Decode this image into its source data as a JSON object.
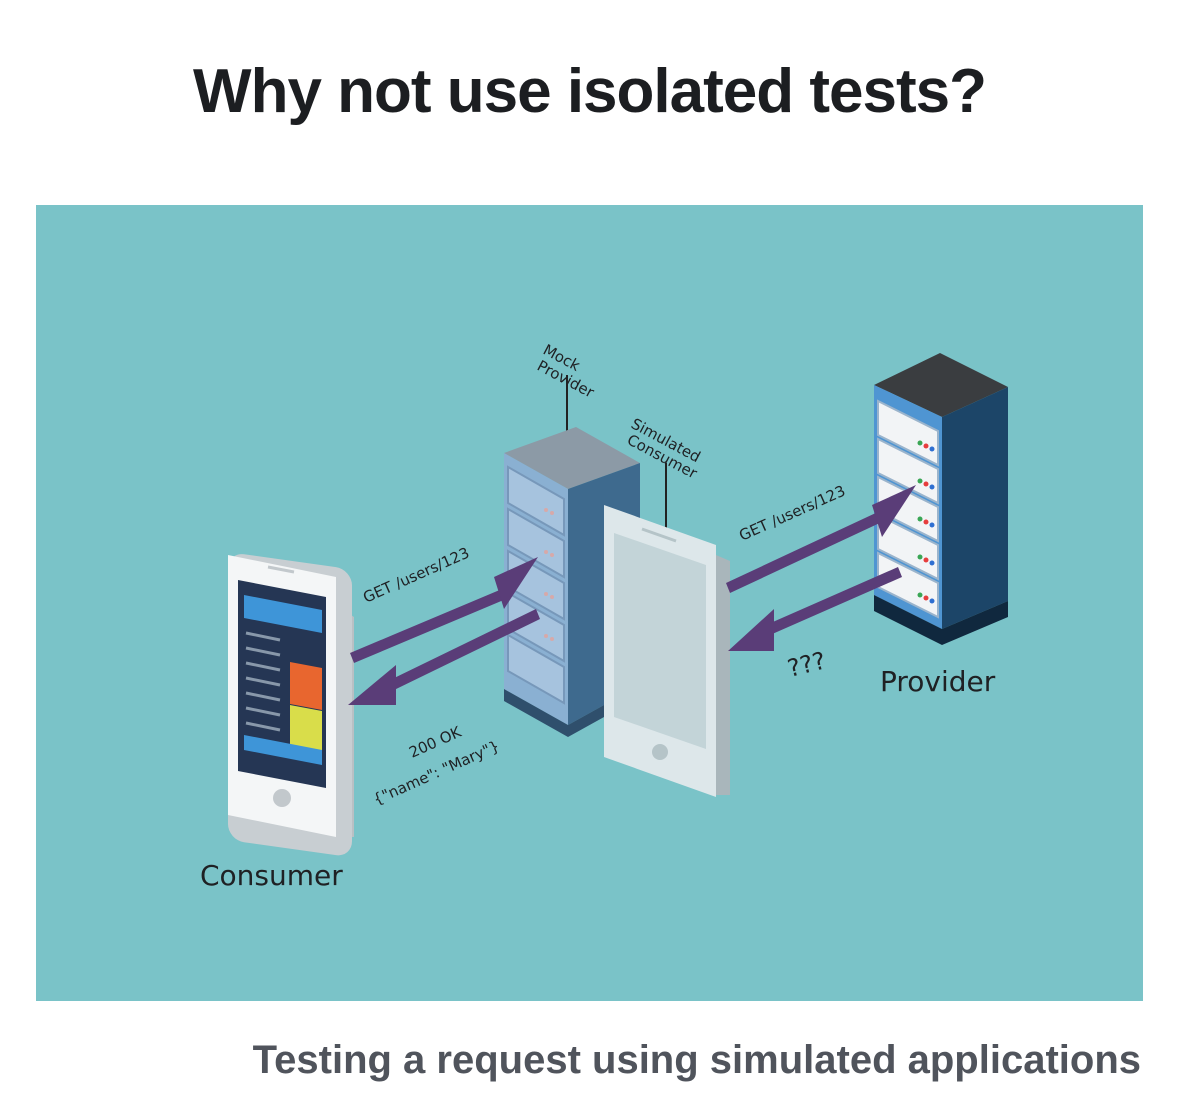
{
  "title": "Why not use isolated tests?",
  "caption": "Testing a request using simulated applications",
  "diagram": {
    "consumer_label": "Consumer",
    "provider_label": "Provider",
    "mock_provider_label_line1": "Mock",
    "mock_provider_label_line2": "Provider",
    "simulated_consumer_label_line1": "Simulated",
    "simulated_consumer_label_line2": "Consumer",
    "request_left": "GET /users/123",
    "request_right": "GET /users/123",
    "response_left_line1": "200 OK",
    "response_left_line2": "{\"name\": \"Mary\"}",
    "response_right": "???"
  },
  "colors": {
    "background": "#7ac3c8",
    "arrow": "#5a3d78",
    "mock_server": "#8ab0d2",
    "provider_server": "#1c4568",
    "consumer_screen": "#253654"
  }
}
